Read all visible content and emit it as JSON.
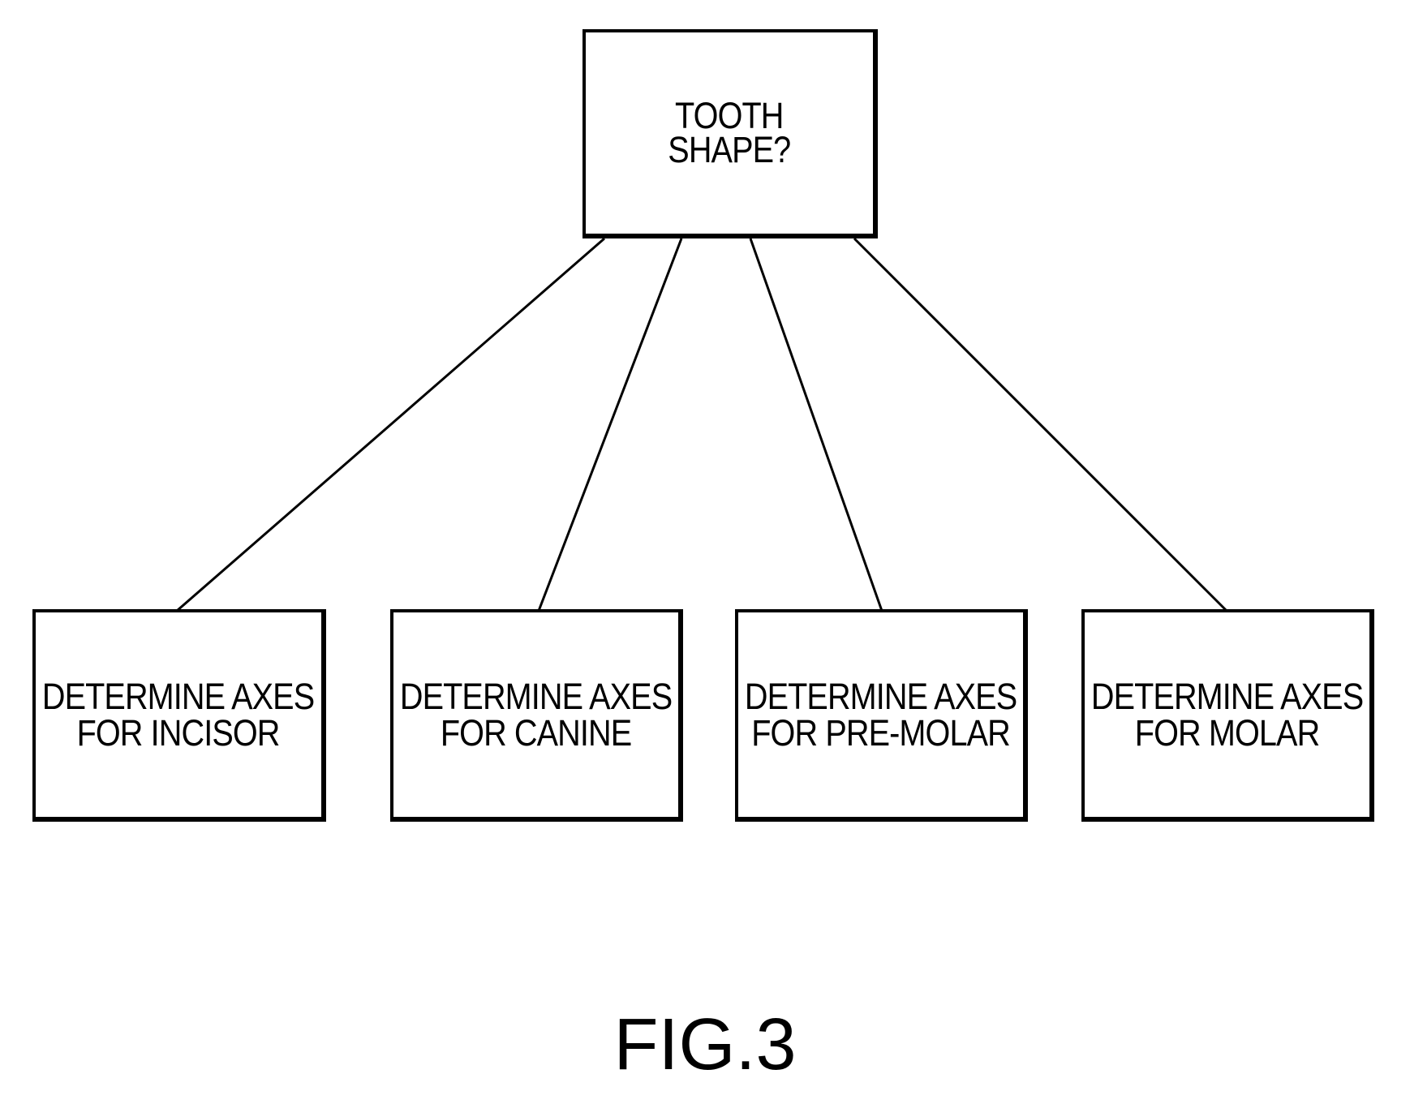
{
  "diagram": {
    "root": {
      "lines": [
        "TOOTH",
        "SHAPE?"
      ]
    },
    "children": [
      {
        "lines": [
          "DETERMINE AXES",
          "FOR INCISOR"
        ]
      },
      {
        "lines": [
          "DETERMINE AXES",
          "FOR CANINE"
        ]
      },
      {
        "lines": [
          "DETERMINE AXES",
          "FOR PRE-MOLAR"
        ]
      },
      {
        "lines": [
          "DETERMINE AXES",
          "FOR MOLAR"
        ]
      }
    ],
    "edges": [
      {
        "from": "root",
        "to": 0
      },
      {
        "from": "root",
        "to": 1
      },
      {
        "from": "root",
        "to": 2
      },
      {
        "from": "root",
        "to": 3
      }
    ]
  },
  "caption": "FIG.3",
  "colors": {
    "stroke": "#000000",
    "background": "#ffffff"
  }
}
